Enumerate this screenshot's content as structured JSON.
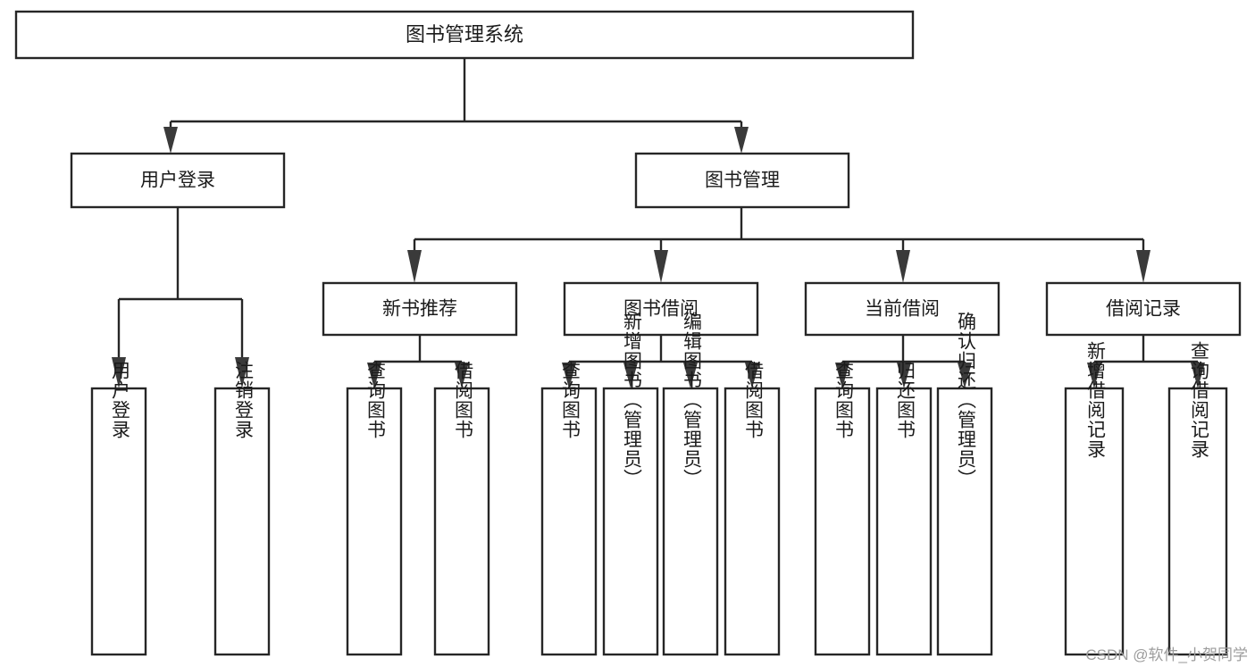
{
  "diagram": {
    "type": "tree",
    "title": "图书管理系统",
    "watermark": "CSDN @软件_小贺同学",
    "colors": {
      "box_stroke": "#262626",
      "box_fill": "#ffffff",
      "connector": "#262626",
      "arrow": "#3a3a3a",
      "text": "#1b1b1b",
      "watermark": "#9d9d9d",
      "background": "#ffffff"
    },
    "root": {
      "label": "图书管理系统"
    },
    "level2": [
      {
        "label": "用户登录"
      },
      {
        "label": "图书管理"
      }
    ],
    "level3": [
      {
        "label": "新书推荐"
      },
      {
        "label": "图书借阅"
      },
      {
        "label": "当前借阅"
      },
      {
        "label": "借阅记录"
      }
    ],
    "leaves": {
      "user_login": [
        {
          "label": "用户登录"
        },
        {
          "label": "注销登录"
        }
      ],
      "new_book_recommend": [
        {
          "label": "查询图书"
        },
        {
          "label": "借阅图书"
        }
      ],
      "book_borrow": [
        {
          "label": "查询图书"
        },
        {
          "label": "新增图书（管理员）"
        },
        {
          "label": "编辑图书（管理员）"
        },
        {
          "label": "借阅图书"
        }
      ],
      "current_borrow": [
        {
          "label": "查询图书"
        },
        {
          "label": "归还图书"
        },
        {
          "label": "确认归还（管理员）"
        }
      ],
      "borrow_record": [
        {
          "label": "新增借阅记录"
        },
        {
          "label": "查询借阅记录"
        }
      ]
    }
  }
}
